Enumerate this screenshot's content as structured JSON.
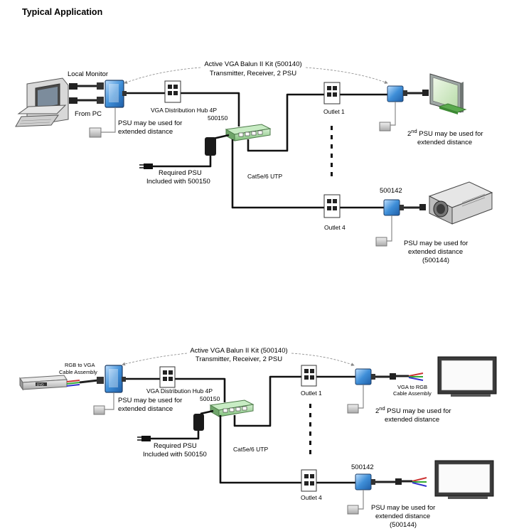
{
  "title": "Typical Application",
  "diagram1": {
    "kit_label": "Active VGA Balun II Kit (500140)",
    "kit_sub": "Transmitter, Receiver, 2 PSU",
    "local_monitor": "Local Monitor",
    "from_pc": "From PC",
    "psu_tx_1": "PSU may be used for",
    "psu_tx_2": "extended distance",
    "hub_1": "VGA Distribution Hub 4P",
    "hub_2": "500150",
    "req_psu_1": "Required PSU",
    "req_psu_2": "Included with 500150",
    "cat5": "Cat5e/6 UTP",
    "outlet1": "Outlet 1",
    "outlet4": "Outlet 4",
    "psu2_prefix": "2",
    "psu2_sup": "nd",
    "psu2_rest": " PSU may be used for",
    "psu2_2": "extended distance",
    "receiver_id": "500142",
    "psu_rx_1": "PSU may be used for",
    "psu_rx_2": "extended distance",
    "psu_rx_3": "(500144)"
  },
  "diagram2": {
    "kit_label": "Active VGA Balun II Kit (500140)",
    "kit_sub": "Transmitter, Receiver, 2 PSU",
    "rgb_vga_1": "RGB to VGA",
    "rgb_vga_2": "Cable Assembly",
    "player_label": "DVD",
    "psu_tx_1": "PSU may be used for",
    "psu_tx_2": "extended distance",
    "hub_1": "VGA Distribution Hub 4P",
    "hub_2": "500150",
    "req_psu_1": "Required PSU",
    "req_psu_2": "Included with 500150",
    "cat5": "Cat5e/6 UTP",
    "outlet1": "Outlet 1",
    "outlet4": "Outlet 4",
    "vga_rgb_1": "VGA to RGB",
    "vga_rgb_2": "Cable Assembly",
    "psu2_prefix": "2",
    "psu2_sup": "nd",
    "psu2_rest": " PSU may be used for",
    "psu2_2": "extended distance",
    "receiver_id": "500142",
    "psu_rx_1": "PSU may be used for",
    "psu_rx_2": "extended distance",
    "psu_rx_3": "(500144)"
  },
  "colors": {
    "balun_blue": "#3f8fd8",
    "hub_green": "#9fd49a",
    "cable": "#111111",
    "psu_gray": "#bdbdbd",
    "screen_green": "#cfe8c4"
  }
}
